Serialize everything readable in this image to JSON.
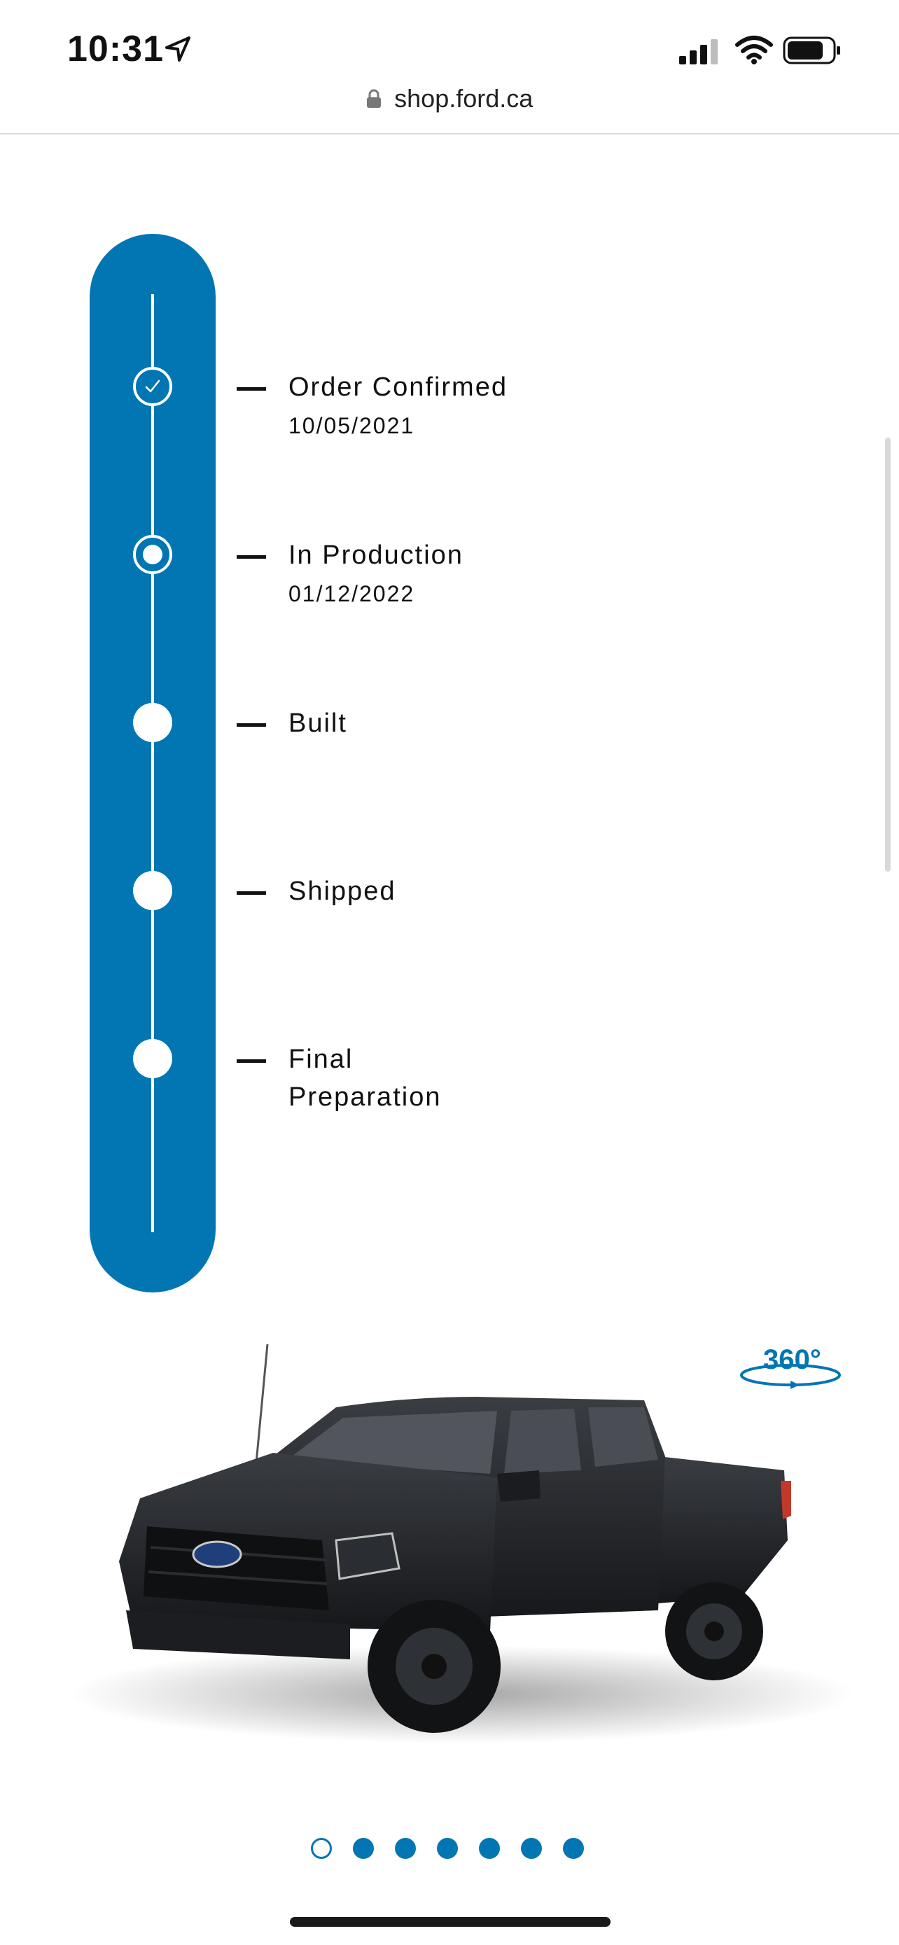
{
  "status_bar": {
    "time": "10:31"
  },
  "browser": {
    "url": "shop.ford.ca"
  },
  "timeline": {
    "steps": [
      {
        "label": "Order Confirmed",
        "date": "10/05/2021",
        "state": "completed"
      },
      {
        "label": "In Production",
        "date": "01/12/2022",
        "state": "current"
      },
      {
        "label": "Built",
        "date": "",
        "state": "pending"
      },
      {
        "label": "Shipped",
        "date": "",
        "state": "pending"
      },
      {
        "label": "Final",
        "label2": "Preparation",
        "date": "",
        "state": "pending"
      }
    ]
  },
  "vehicle": {
    "view_360_label": "360°",
    "image": "black-pickup-truck"
  },
  "carousel": {
    "count": 7,
    "active_index": 0
  },
  "colors": {
    "accent": "#0276b3",
    "text": "#111111"
  }
}
